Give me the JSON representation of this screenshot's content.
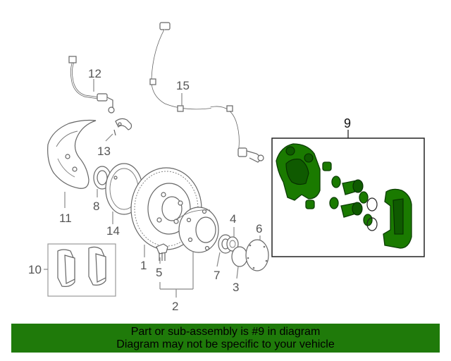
{
  "callouts": {
    "c1": "1",
    "c2": "2",
    "c3": "3",
    "c4": "4",
    "c5": "5",
    "c6": "6",
    "c7": "7",
    "c8": "8",
    "c9": "9",
    "c10": "10",
    "c11": "11",
    "c12": "12",
    "c13": "13",
    "c14": "14",
    "c15": "15"
  },
  "banner": {
    "line1": "Part or sub-assembly is #9 in diagram",
    "line2": "Diagram may not be specific to your vehicle"
  },
  "colors": {
    "highlight": "#1f7a0a",
    "part_fill": "#1a7a00",
    "line": "#888888"
  }
}
